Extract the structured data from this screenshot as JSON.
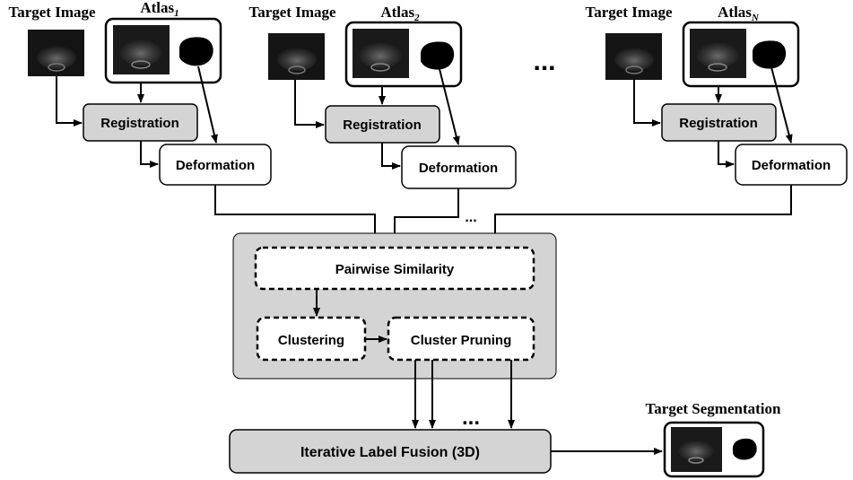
{
  "columns": [
    {
      "target_label": "Target Image",
      "atlas_base": "Atlas",
      "atlas_sub": "1",
      "registration": "Registration",
      "deformation": "Deformation"
    },
    {
      "target_label": "Target Image",
      "atlas_base": "Atlas",
      "atlas_sub": "2",
      "registration": "Registration",
      "deformation": "Deformation"
    },
    {
      "target_label": "Target Image",
      "atlas_base": "Atlas",
      "atlas_sub": "N",
      "registration": "Registration",
      "deformation": "Deformation"
    }
  ],
  "ellipsis": {
    "columns": "...",
    "inputs": "...",
    "outputs": "..."
  },
  "processing": {
    "pairwise": "Pairwise Similarity",
    "clustering": "Clustering",
    "pruning": "Cluster Pruning"
  },
  "fusion": "Iterative Label Fusion (3D)",
  "output": {
    "title": "Target Segmentation"
  },
  "colors": {
    "process_fill": "#d4d4d4",
    "box_fill": "#ffffff",
    "stroke": "#000000",
    "image_dark": "#141414"
  }
}
